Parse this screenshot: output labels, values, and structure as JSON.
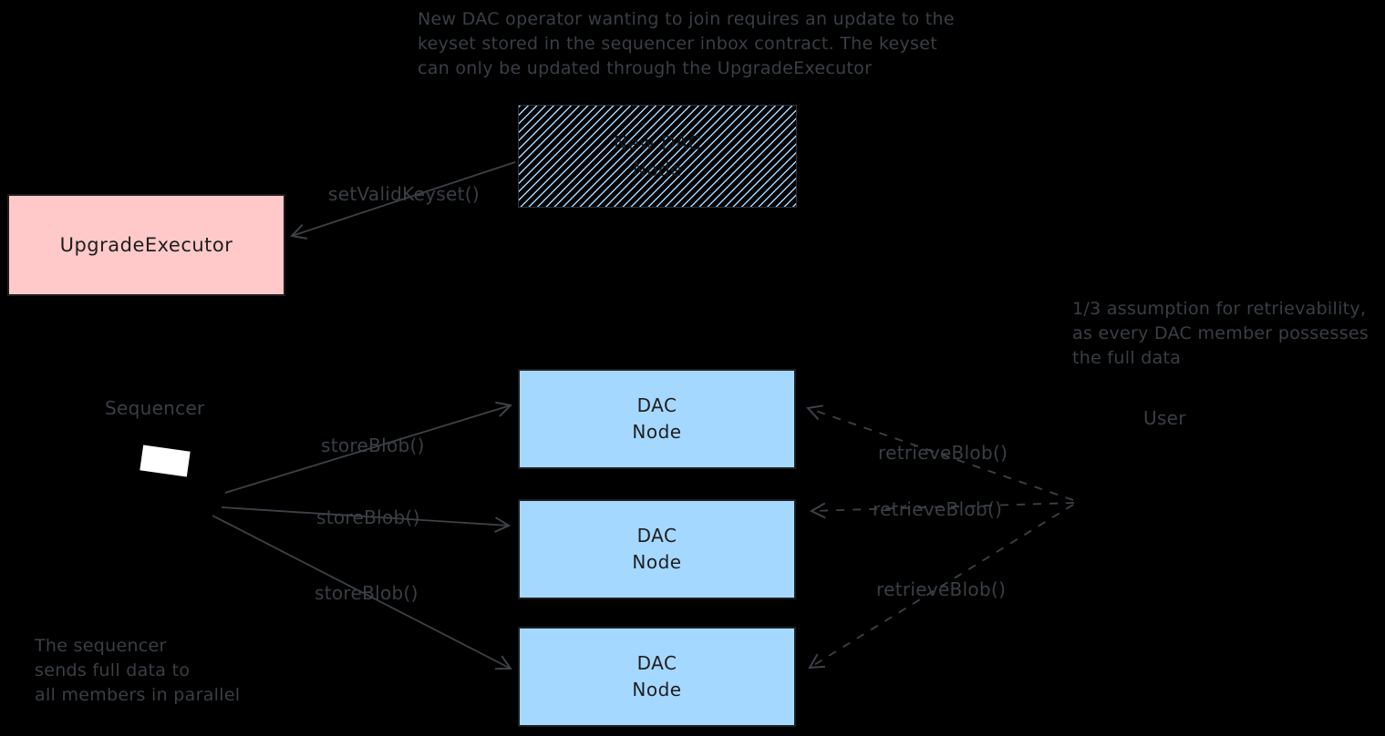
{
  "notes": {
    "keyset_note": {
      "lines": [
        "New DAC operator wanting to join requires an update to the",
        "keyset stored in the sequencer inbox contract. The keyset",
        "can only be updated through the UpgradeExecutor"
      ]
    },
    "retrievability_note": {
      "lines": [
        "1/3 assumption for retrievability,",
        "as every DAC member possesses",
        "the full data"
      ]
    },
    "parallel_note": {
      "lines": [
        "The sequencer",
        "sends full data to",
        "all members in parallel"
      ]
    }
  },
  "shapes": {
    "new_dac_node": {
      "lines": [
        "New DAC",
        "Node"
      ]
    },
    "upgrade_executor": {
      "label": "UpgradeExecutor"
    },
    "dac_nodes": [
      {
        "lines": [
          "DAC",
          "Node"
        ]
      },
      {
        "lines": [
          "DAC",
          "Node"
        ]
      },
      {
        "lines": [
          "DAC",
          "Node"
        ]
      }
    ]
  },
  "labels": {
    "sequencer": "Sequencer",
    "user": "User",
    "set_valid_keyset": "setValidKeyset()",
    "store_blob": [
      "storeBlob()",
      "storeBlob()",
      "storeBlob()"
    ],
    "retrieve_blob": [
      "retrieveBlob()",
      "retrieveBlob()",
      "retrieveBlob()"
    ]
  },
  "colors": {
    "background": "#000000",
    "annotation_text": "#3a3f45",
    "box_text": "#1e1e1e",
    "arrow": "#3d4248",
    "upgrade_executor_fill": "#ffc9c9",
    "dac_node_fill": "#a5d8ff",
    "hatch_stripe": "#a5d8ff",
    "laptop_screen": "#ffffff"
  }
}
